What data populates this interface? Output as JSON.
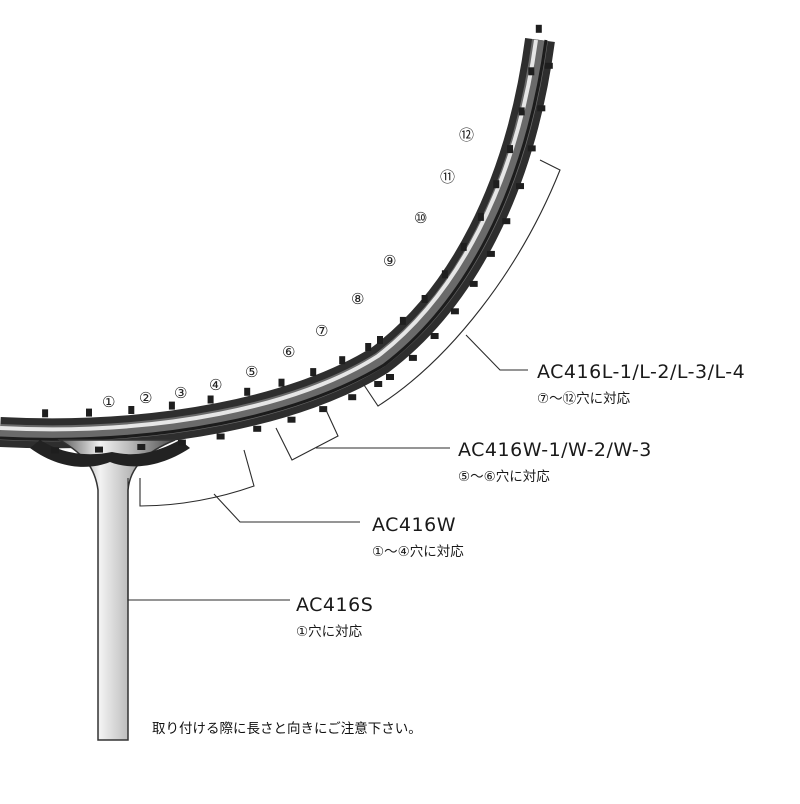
{
  "hole_labels": [
    "①",
    "②",
    "③",
    "④",
    "⑤",
    "⑥",
    "⑦",
    "⑧",
    "⑨",
    "⑩",
    "⑪",
    "⑫"
  ],
  "grommets": [
    {
      "code": "AC416L-1/L-2/L-3/L-4",
      "note": "⑦～⑫穴に対応"
    },
    {
      "code": "AC416W-1/W-2/W-3",
      "note": "⑤～⑥穴に対応"
    },
    {
      "code": "AC416W",
      "note": "①～④穴に対応"
    },
    {
      "code": "AC416S",
      "note": "①穴に対応"
    }
  ],
  "caption": "取り付ける際に長さと向きにご注意下さい。",
  "colors": {
    "frame_dark": "#3a3a3a",
    "frame_highlight": "#e8e8e8",
    "line": "#2b2b2b",
    "text": "#1a1a1a"
  }
}
